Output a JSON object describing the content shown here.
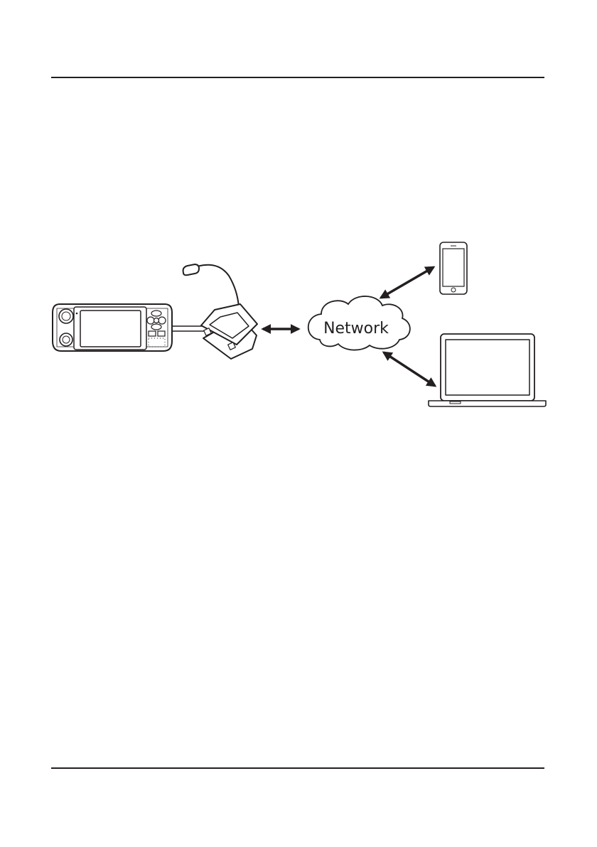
{
  "diagram": {
    "network_label": "Network",
    "nodes": [
      {
        "id": "radio-control-head",
        "icon": "radio-head-icon"
      },
      {
        "id": "desk-microphone",
        "icon": "desk-microphone-icon"
      },
      {
        "id": "network-cloud",
        "icon": "cloud-icon"
      },
      {
        "id": "smartphone",
        "icon": "smartphone-icon"
      },
      {
        "id": "laptop",
        "icon": "laptop-icon"
      }
    ],
    "connections": [
      {
        "from": "radio-control-head",
        "to": "desk-microphone",
        "type": "cable"
      },
      {
        "from": "desk-microphone",
        "to": "network-cloud",
        "type": "bidirectional-arrow"
      },
      {
        "from": "network-cloud",
        "to": "smartphone",
        "type": "bidirectional-arrow"
      },
      {
        "from": "network-cloud",
        "to": "laptop",
        "type": "bidirectional-arrow"
      }
    ]
  },
  "colors": {
    "line": "#231f20",
    "background": "#ffffff"
  }
}
